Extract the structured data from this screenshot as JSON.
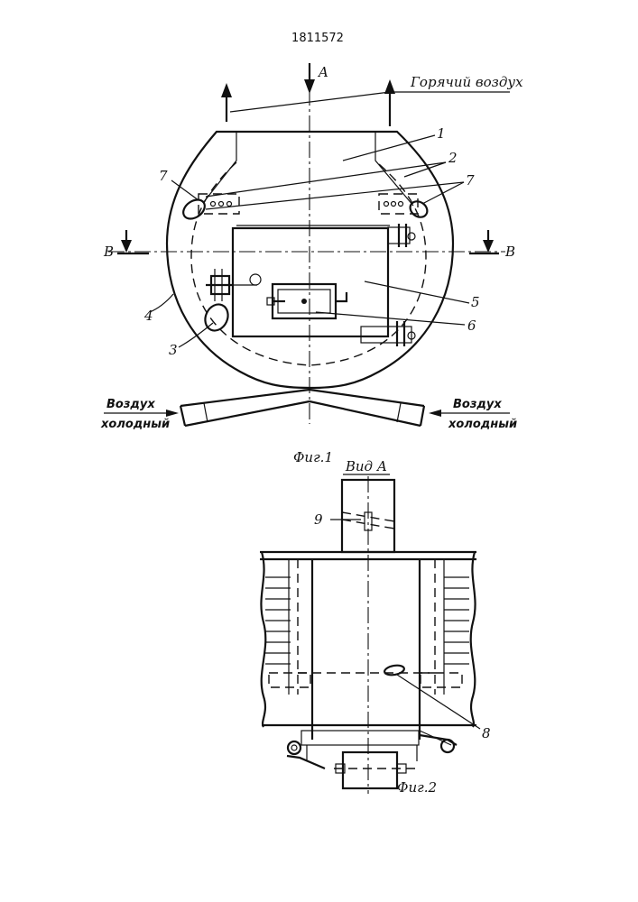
{
  "header": {
    "patent_number": "1811572"
  },
  "fig1": {
    "caption": "Фиг.1",
    "view_marker": "A",
    "section_left": "B",
    "section_right": "B",
    "hot_air": "Горячий воздух",
    "cold_air_left_1": "Воздух",
    "cold_air_left_2": "холодный",
    "cold_air_right_1": "Воздух",
    "cold_air_right_2": "холодный",
    "labels": {
      "l1": "1",
      "l2": "2",
      "l3": "3",
      "l4": "4",
      "l5": "5",
      "l6": "6",
      "l7a": "7",
      "l7b": "7"
    }
  },
  "fig2": {
    "caption": "Фиг.2",
    "view_title": "Вид А",
    "labels": {
      "l8": "8",
      "l9": "9"
    }
  }
}
